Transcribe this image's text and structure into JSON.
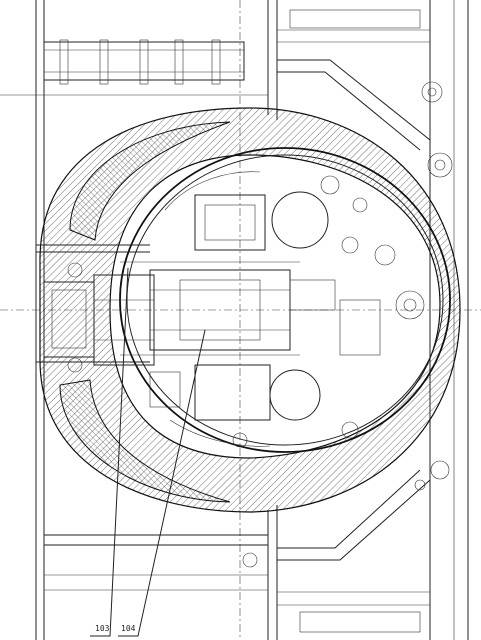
{
  "drawing": {
    "kind": "technical-cross-section",
    "ink_color": "#222222",
    "paper_color": "#ffffff",
    "callouts": [
      {
        "id": "callout-103",
        "text": "103"
      },
      {
        "id": "callout-104",
        "text": "104"
      }
    ]
  }
}
